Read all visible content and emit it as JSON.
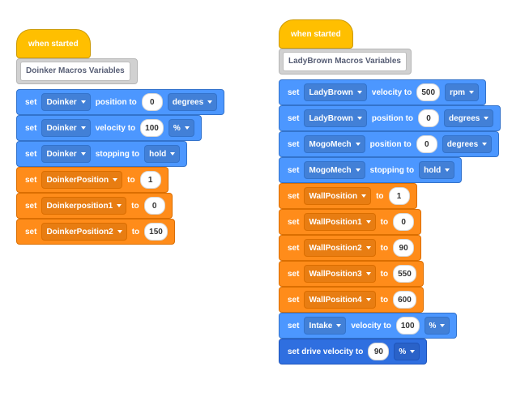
{
  "left": {
    "hat": "when started",
    "comment": "Doinker Macros Variables",
    "b1": {
      "kw": "set",
      "dev": "Doinker",
      "txt": "position to",
      "val": "0",
      "unit": "degrees"
    },
    "b2": {
      "kw": "set",
      "dev": "Doinker",
      "txt": "velocity to",
      "val": "100",
      "unit": "%"
    },
    "b3": {
      "kw": "set",
      "dev": "Doinker",
      "txt": "stopping to",
      "mode": "hold"
    },
    "b4": {
      "kw": "set",
      "var": "DoinkerPosition",
      "to": "to",
      "val": "1"
    },
    "b5": {
      "kw": "set",
      "var": "Doinkerposition1",
      "to": "to",
      "val": "0"
    },
    "b6": {
      "kw": "set",
      "var": "DoinkerPosition2",
      "to": "to",
      "val": "150"
    }
  },
  "right": {
    "hat": "when started",
    "comment": "LadyBrown Macros Variables",
    "b1": {
      "kw": "set",
      "dev": "LadyBrown",
      "txt": "velocity to",
      "val": "500",
      "unit": "rpm"
    },
    "b2": {
      "kw": "set",
      "dev": "LadyBrown",
      "txt": "position to",
      "val": "0",
      "unit": "degrees"
    },
    "b3": {
      "kw": "set",
      "dev": "MogoMech",
      "txt": "position to",
      "val": "0",
      "unit": "degrees"
    },
    "b4": {
      "kw": "set",
      "dev": "MogoMech",
      "txt": "stopping to",
      "mode": "hold"
    },
    "b5": {
      "kw": "set",
      "var": "WallPosition",
      "to": "to",
      "val": "1"
    },
    "b6": {
      "kw": "set",
      "var": "WallPosition1",
      "to": "to",
      "val": "0"
    },
    "b7": {
      "kw": "set",
      "var": "WallPosition2",
      "to": "to",
      "val": "90"
    },
    "b8": {
      "kw": "set",
      "var": "WallPosition3",
      "to": "to",
      "val": "550"
    },
    "b9": {
      "kw": "set",
      "var": "WallPosition4",
      "to": "to",
      "val": "600"
    },
    "b10": {
      "kw": "set",
      "dev": "Intake",
      "txt": "velocity to",
      "val": "100",
      "unit": "%"
    },
    "b11": {
      "txt": "set drive velocity to",
      "val": "90",
      "unit": "%"
    }
  },
  "colors": {
    "motion": "#4c97ff",
    "variable": "#ff8c1a",
    "drivetrain": "#2f6fe0",
    "events": "#ffbf00",
    "comment": "#d1d1d1"
  }
}
